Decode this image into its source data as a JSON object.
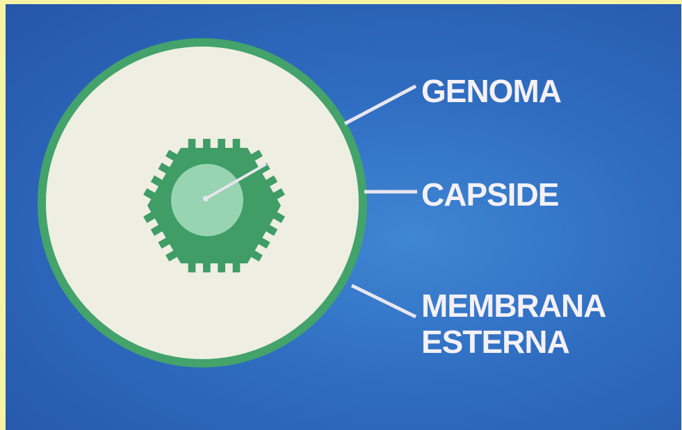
{
  "diagram": {
    "labels": {
      "genoma": "GENOMA",
      "capside": "CAPSIDE",
      "membrana_line1": "MEMBRANA",
      "membrana_line2": "ESTERNA"
    },
    "colors": {
      "background": "#2f6cc0",
      "membrane": "#43a36b",
      "cell_interior": "#efeee3",
      "capsid": "#3f9d65",
      "genome": "#98d4b2",
      "text": "#f4f1f6",
      "leader_line": "#e8e6ee"
    }
  }
}
